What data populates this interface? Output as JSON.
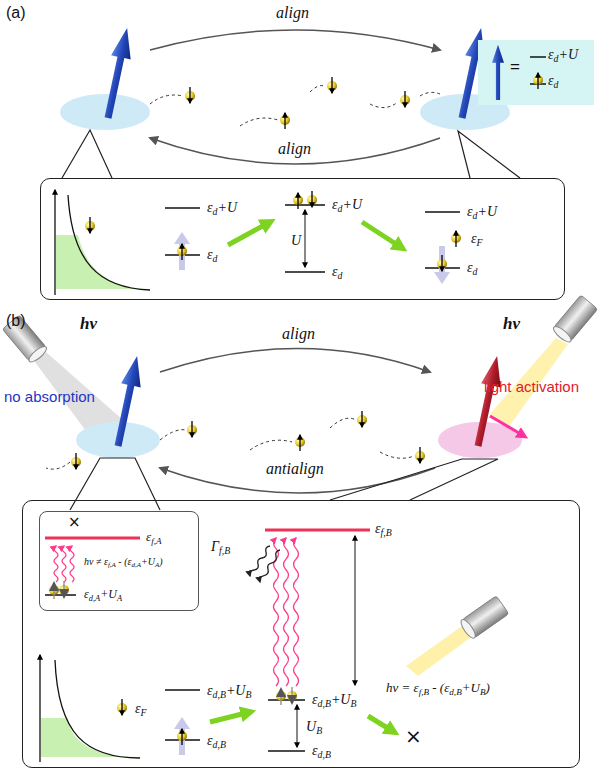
{
  "diagram": {
    "nodes": [
      {
        "text": [
          "εd+U",
          "εd"
        ]
      },
      {
        "text": [
          "εd+U",
          "εd+U",
          "εd+U",
          "εF",
          "U",
          "εd",
          "εd",
          "εd"
        ]
      },
      {
        "text": [
          "εf,B",
          "Γf,B",
          "hν = εf,B - (εd,B+UB)",
          "εd,B+UB",
          "εd,B+UB",
          "εF",
          "UB",
          "×",
          "εd,B",
          "εd,B"
        ]
      },
      {
        "text": [
          "×",
          "εf,A",
          "hν ≠ εf,A - (εd,A+UA)",
          "εd,A+UA"
        ],
        "in": 2
      }
    ],
    "labels": [
      "(a)",
      "align",
      "=",
      "align",
      "(b)",
      "hν",
      "hν",
      "align",
      "light activation",
      "no absorption",
      "antialign"
    ]
  }
}
